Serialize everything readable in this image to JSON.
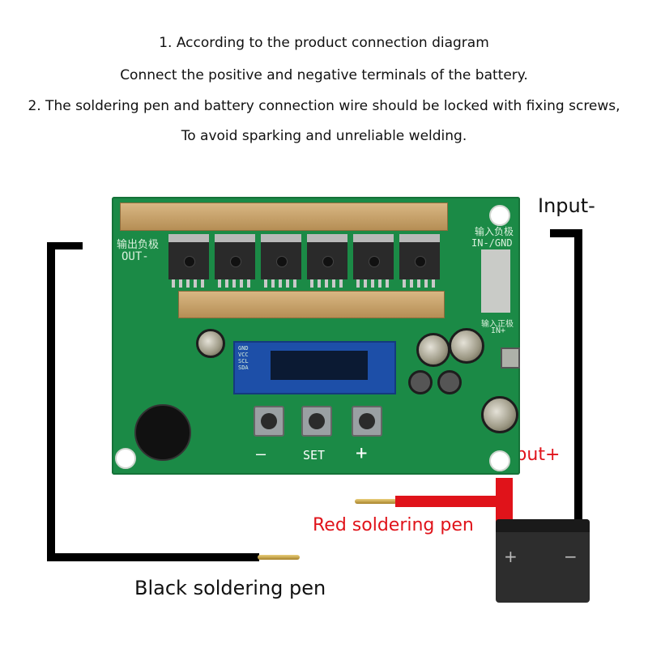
{
  "instructions": [
    "1. According to the product connection diagram",
    "Connect the positive and negative terminals of the battery.",
    "2. The soldering pen and battery connection wire should be locked with fixing screws,",
    "To avoid sparking and unreliable welding."
  ],
  "labels": {
    "input_neg": "Input-",
    "input_pos": "Input+",
    "red_pen": "Red soldering pen",
    "black_pen": "Black soldering pen"
  },
  "board": {
    "output_cn": "输出负极",
    "output_en": "OUT-",
    "input_neg_cn": "输入负极",
    "input_neg_en": "IN-/GND",
    "input_pos_cn": "输入正极",
    "input_pos_en": "IN+",
    "button_minus": "—",
    "button_set": "SET",
    "button_plus": "+",
    "oled_pins": "GND VCC SCL SDA"
  },
  "battery": {
    "plus": "+",
    "minus": "−"
  },
  "colors": {
    "pcb": "#1b8a46",
    "wire_black": "#000000",
    "wire_red": "#e0131a",
    "oled": "#1d4fa8"
  }
}
